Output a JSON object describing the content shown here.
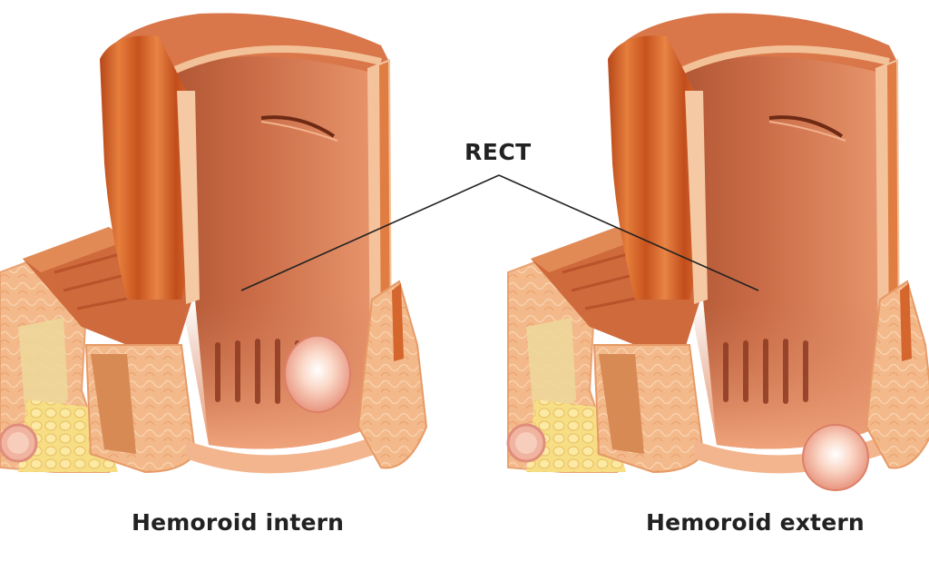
{
  "labels": {
    "rectum": "RECT",
    "internal": "Hemoroid intern",
    "external": "Hemoroid extern"
  },
  "colors": {
    "muscle_outer": "#c9531f",
    "muscle_stripe": "#e07a3a",
    "lumen_dark": "#9c4a2e",
    "lumen_light": "#e38f67",
    "mucosa_rim": "#f5c9a3",
    "fat_tissue": "#f2c48c",
    "fat_yellow": "#f7dc7a",
    "sphincter": "#f0a877",
    "hemorrhoid_core": "#ffffff",
    "hemorrhoid_edge": "#e98c78",
    "leader_line": "#222222"
  },
  "icons": [
    "rectum-cross-section-internal",
    "rectum-cross-section-external",
    "internal-hemorrhoid",
    "external-hemorrhoid"
  ]
}
